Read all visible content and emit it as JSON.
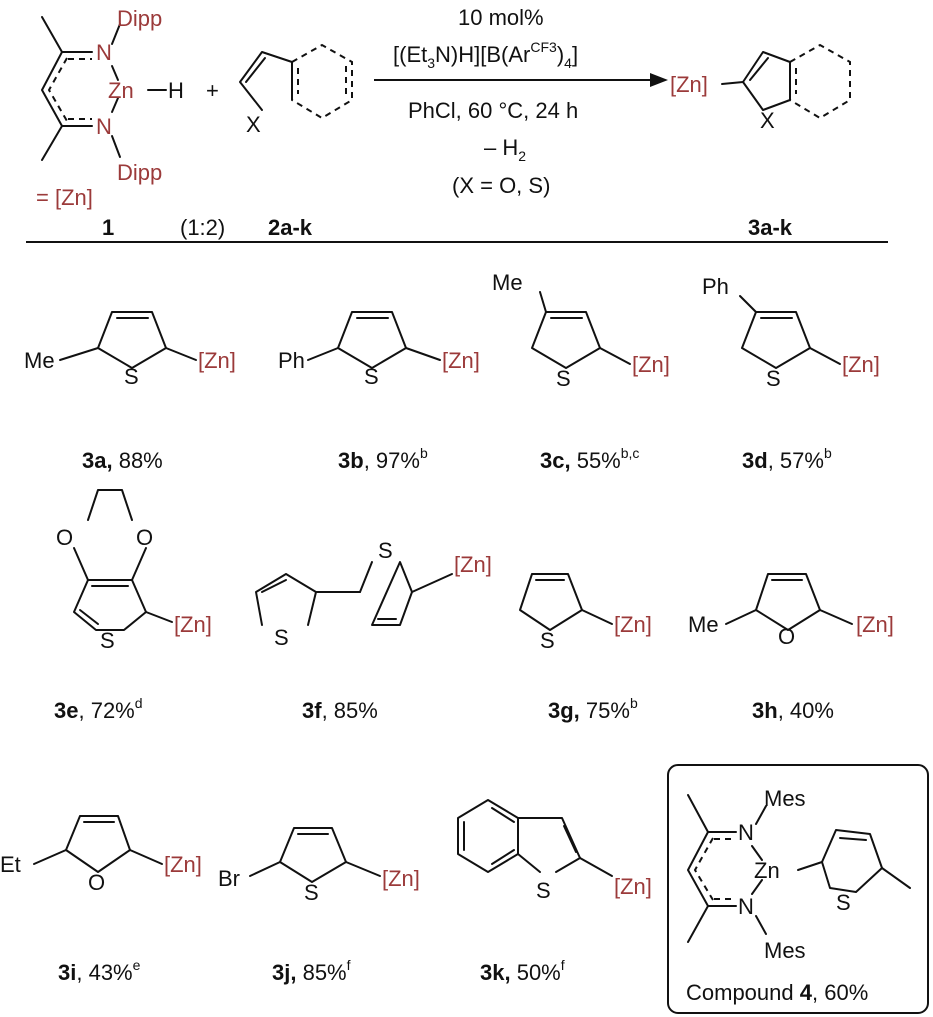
{
  "reagent": {
    "dipp": "Dipp",
    "n": "N",
    "zn_h": "Zn",
    "h": "H",
    "equals_zn": "= [Zn]",
    "label": "1",
    "ratio": "(1:2)",
    "plus": "+"
  },
  "substrate": {
    "x": "X",
    "label": "2a-k"
  },
  "conditions": {
    "line1": "10 mol%",
    "line2_a": "[(Et",
    "line2_sub1": "3",
    "line2_b": "N)H][B(Ar",
    "line2_sup": "CF3",
    "line2_c": ")",
    "line2_sub2": "4",
    "line2_d": "]",
    "line3": "PhCl, 60 °C, 24 h",
    "line4": "– H",
    "line4_sub": "2",
    "line5": "(X = O, S)"
  },
  "product_general": {
    "zn": "[Zn]",
    "x": "X",
    "label": "3a-k"
  },
  "atoms": {
    "zn": "[Zn]",
    "s": "S",
    "o": "O",
    "me": "Me",
    "ph": "Ph",
    "et": "Et",
    "br": "Br",
    "mes": "Mes",
    "n": "N",
    "zn_center": "Zn"
  },
  "products": [
    {
      "id": "3a",
      "label": "3a,",
      "yield": " 88%",
      "note": ""
    },
    {
      "id": "3b",
      "label": "3b",
      "yield": ", 97%",
      "note": "b"
    },
    {
      "id": "3c",
      "label": "3c,",
      "yield": " 55%",
      "note": "b,c"
    },
    {
      "id": "3d",
      "label": "3d",
      "yield": ", 57%",
      "note": "b"
    },
    {
      "id": "3e",
      "label": "3e",
      "yield": ", 72%",
      "note": "d"
    },
    {
      "id": "3f",
      "label": "3f",
      "yield": ", 85%",
      "note": ""
    },
    {
      "id": "3g",
      "label": "3g,",
      "yield": " 75%",
      "note": "b"
    },
    {
      "id": "3h",
      "label": "3h",
      "yield": ", 40%",
      "note": ""
    },
    {
      "id": "3i",
      "label": "3i",
      "yield": ", 43%",
      "note": "e"
    },
    {
      "id": "3j",
      "label": "3j,",
      "yield": " 85%",
      "note": "f"
    },
    {
      "id": "3k",
      "label": "3k,",
      "yield": " 50%",
      "note": "f"
    }
  ],
  "compound4": {
    "prefix": "Compound ",
    "number": "4",
    "yield": ", 60%"
  },
  "colors": {
    "zinc_label": "#9b3a3a",
    "bond": "#111111"
  }
}
